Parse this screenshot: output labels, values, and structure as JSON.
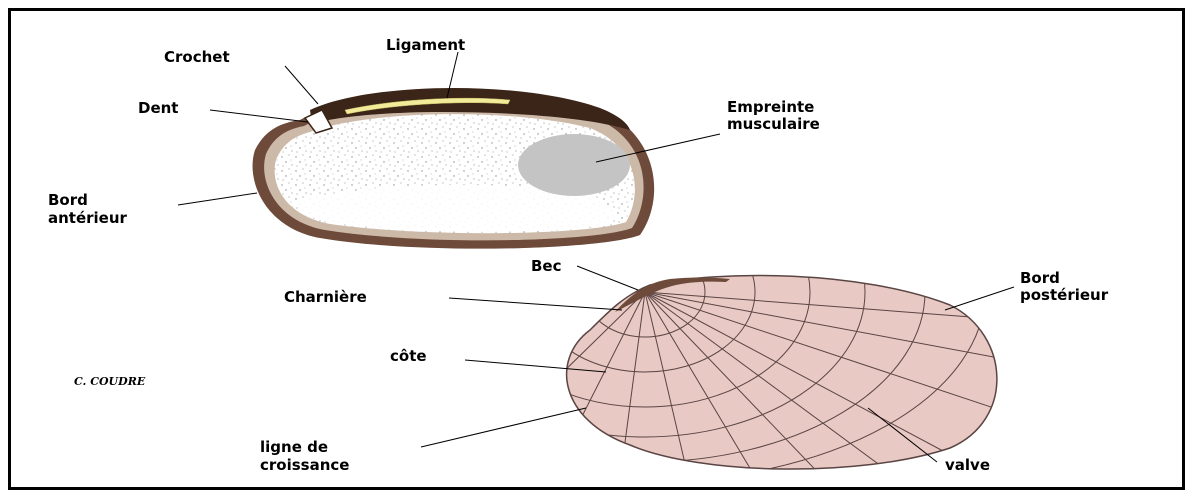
{
  "labels": {
    "crochet": "Crochet",
    "ligament": "Ligament",
    "dent": "Dent",
    "empreinte_1": "Empreinte",
    "empreinte_2": "musculaire",
    "bord_anterieur_1": "Bord",
    "bord_anterieur_2": "antérieur",
    "bec": "Bec",
    "charniere": "Charnière",
    "bord_posterieur_1": "Bord",
    "bord_posterieur_2": "postérieur",
    "cote": "côte",
    "ligne_1": "ligne de",
    "ligne_2": "croissance",
    "valve": "valve"
  },
  "credit": "C. COUDRE",
  "colors": {
    "shell_edge": "#6e4a3a",
    "hinge_dark": "#3b2418",
    "ligament": "#f2ec9a",
    "interior_speckle": "#9a9a9a",
    "muscle_scar": "#c4c4c4",
    "valve_fill": "#e8c9c3",
    "valve_lines": "#5a4444"
  }
}
